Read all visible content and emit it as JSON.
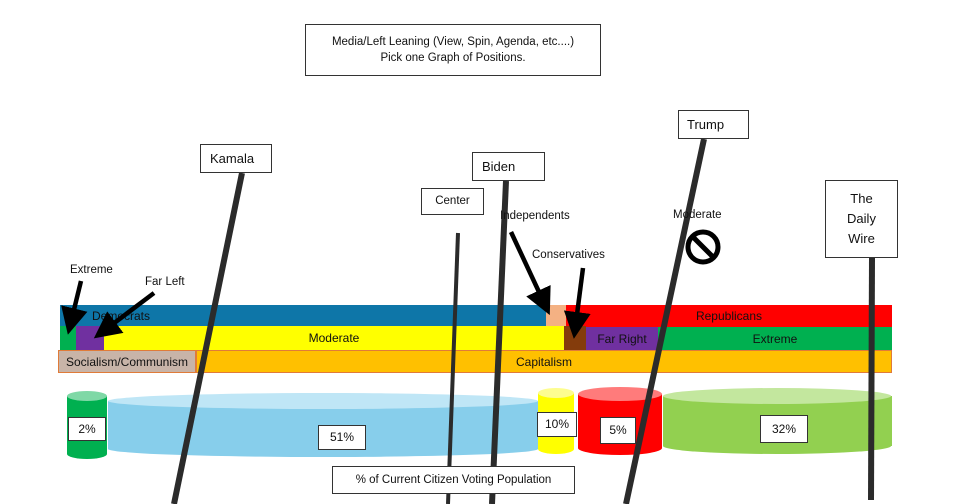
{
  "title": {
    "line1": "Media/Left Leaning (View, Spin, Agenda, etc....)",
    "line2": "Pick one Graph of Positions."
  },
  "labels": {
    "kamala": "Kamala",
    "biden": "Biden",
    "trump": "Trump",
    "daily_wire_1": "The",
    "daily_wire_2": "Daily",
    "daily_wire_3": "Wire",
    "center": "Center",
    "independents": "Independents",
    "conservatives": "Conservatives",
    "moderate_top": "Moderate",
    "extreme_top": "Extreme",
    "far_left": "Far Left"
  },
  "bands": {
    "democrats": "Democrats",
    "republicans": "Republicans",
    "moderate": "Moderate",
    "far_right": "Far Right",
    "extreme": "Extreme",
    "socialism": "Socialism/Communism",
    "capitalism": "Capitalism"
  },
  "population": {
    "caption": "% of Current Citizen Voting Population",
    "segments": [
      {
        "label": "2%",
        "color": "#00b050"
      },
      {
        "label": "51%",
        "color": "#87ceeb"
      },
      {
        "label": "10%",
        "color": "#ffff00"
      },
      {
        "label": "5%",
        "color": "#ff0000"
      },
      {
        "label": "32%",
        "color": "#92d050"
      }
    ]
  },
  "colors": {
    "democrats": "#0e76a8",
    "republicans": "#ff0000",
    "moderate": "#ffff00",
    "far_right": "#7030a0",
    "extreme": "#00b050",
    "socialism": "#c8b4a8",
    "capitalism": "#ffc000"
  },
  "icons": [
    "no-symbol-icon"
  ]
}
